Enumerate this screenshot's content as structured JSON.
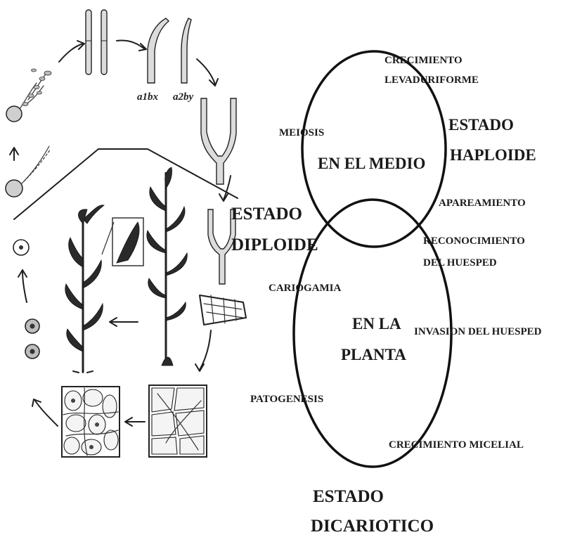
{
  "labels": {
    "crecimiento_1": "CRECIMIENTO",
    "crecimiento_2": "LEVADURIFORME",
    "estado_haploide_1": "ESTADO",
    "estado_haploide_2": "HAPLOIDE",
    "meiosis": "MEIOSIS",
    "en_el_medio": "EN EL MEDIO",
    "apareamiento": "APAREAMIENTO",
    "estado_diploide_1": "ESTADO",
    "estado_diploide_2": "DIPLOIDE",
    "reconocimiento_1": "RECONOCIMIENTO",
    "reconocimiento_2": "DEL HUESPED",
    "cariogamia": "CARIOGAMIA",
    "en_la_1": "EN LA",
    "en_la_2": "PLANTA",
    "invasion": "INVASION DEL HUESPED",
    "patogenesis": "PATOGENESIS",
    "crecimiento_micelial": "CRECIMIENTO MICELIAL",
    "estado_dicariotico_1": "ESTADO",
    "estado_dicariotico_2": "DICARIOTICO",
    "mating_a1bx": "a1bx",
    "mating_a2by": "a2by"
  },
  "colors": {
    "ink": "#1e1e1e",
    "background": "#ffffff"
  }
}
